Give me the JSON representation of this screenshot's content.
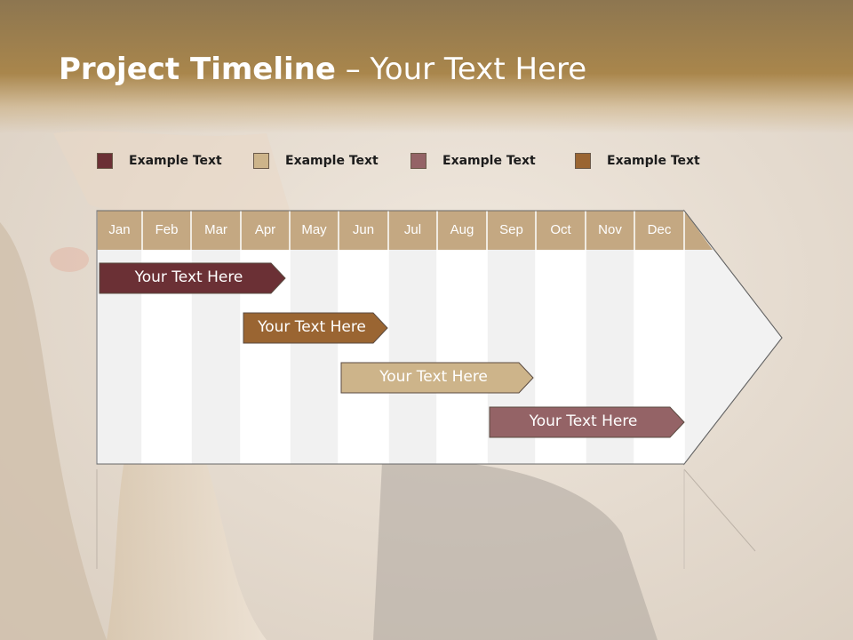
{
  "title": {
    "bold": "Project Timeline",
    "rest": " – Your Text Here"
  },
  "legend": [
    {
      "label": "Example Text",
      "color": "#6b3035"
    },
    {
      "label": "Example Text",
      "color": "#cdb48a"
    },
    {
      "label": "Example Text",
      "color": "#946366"
    },
    {
      "label": "Example Text",
      "color": "#9a6532"
    }
  ],
  "months": [
    "Jan",
    "Feb",
    "Mar",
    "Apr",
    "May",
    "Jun",
    "Jul",
    "Aug",
    "Sep",
    "Oct",
    "Nov",
    "Dec"
  ],
  "tasks": [
    {
      "label": "Your  Text Here",
      "start": "Jan",
      "end": "Apr",
      "fill": "#6b3035",
      "text_color": "#ffffff"
    },
    {
      "label": "Your  Text Here",
      "start": "Apr",
      "end": "Jun",
      "fill": "#9a6532",
      "text_color": "#ffffff"
    },
    {
      "label": "Your  Text Here",
      "start": "Jun",
      "end": "Sep",
      "fill": "#cdb48a",
      "text_color": "#ffffff"
    },
    {
      "label": "Your  Text Here",
      "start": "Sep",
      "end": "Dec",
      "fill": "#946366",
      "text_color": "#ffffff"
    }
  ],
  "colors": {
    "header_band": "#a9864c",
    "month_header": "#c4a882",
    "grid_light": "#f1f1f1",
    "grid_white": "#ffffff"
  }
}
